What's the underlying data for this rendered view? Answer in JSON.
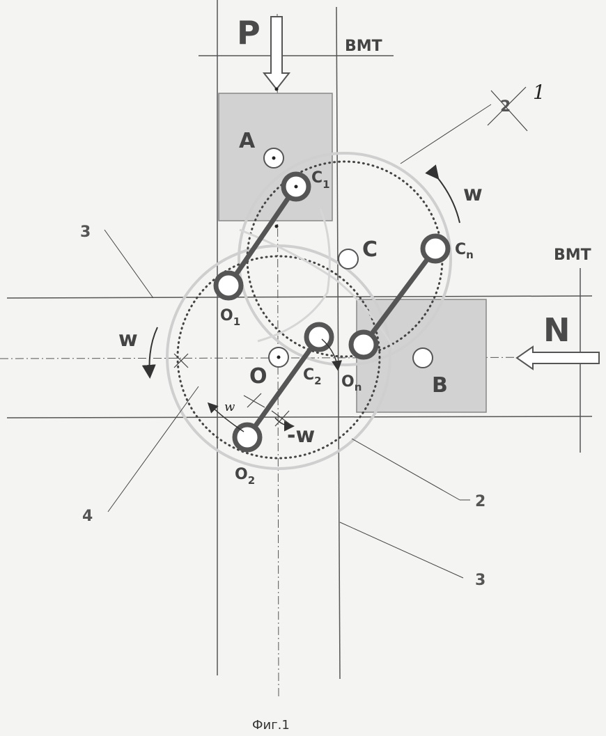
{
  "labels": {
    "P": "P",
    "N": "N",
    "bmt_top": "ВМТ",
    "bmt_right": "ВМТ",
    "A": "A",
    "B": "B",
    "C": "C",
    "O": "O",
    "C1_base": "C",
    "C1_sub": "1",
    "Cn_base": "C",
    "Cn_sub": "n",
    "O1_base": "O",
    "O1_sub": "1",
    "C2_base": "C",
    "C2_sub": "2",
    "On_base": "O",
    "On_sub": "n",
    "O2_base": "O",
    "O2_sub": "2",
    "w_top": "w",
    "w_left": "w",
    "w_small": "w",
    "minus_w": "-w",
    "ref_1": "1",
    "ref_2_top": "2",
    "ref_2_bottom": "2",
    "ref_3_left": "3",
    "ref_3_bottom": "3",
    "ref_4": "4",
    "caption": "Фиг.1"
  }
}
